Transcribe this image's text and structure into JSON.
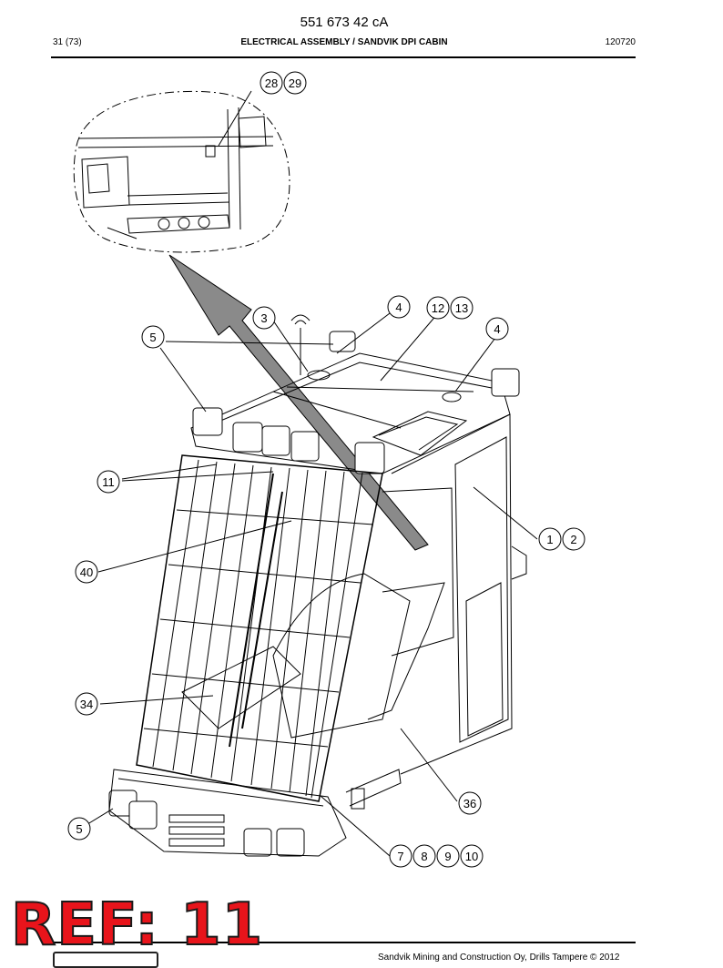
{
  "header": {
    "doc_number": "551 673 42 cA",
    "page": "31 (73)",
    "title": "ELECTRICAL ASSEMBLY / SANDVIK DPI CABIN",
    "date_code": "120720"
  },
  "footer": {
    "copyright": "Sandvik Mining and Construction Oy, Drills Tampere © 2012"
  },
  "stamp": {
    "text": "REF: 11",
    "color": "#e8141b"
  },
  "callouts": [
    "28",
    "29",
    "3",
    "4",
    "12",
    "13",
    "4",
    "5",
    "11",
    "1",
    "2",
    "40",
    "34",
    "36",
    "5",
    "7",
    "8",
    "9",
    "10"
  ]
}
